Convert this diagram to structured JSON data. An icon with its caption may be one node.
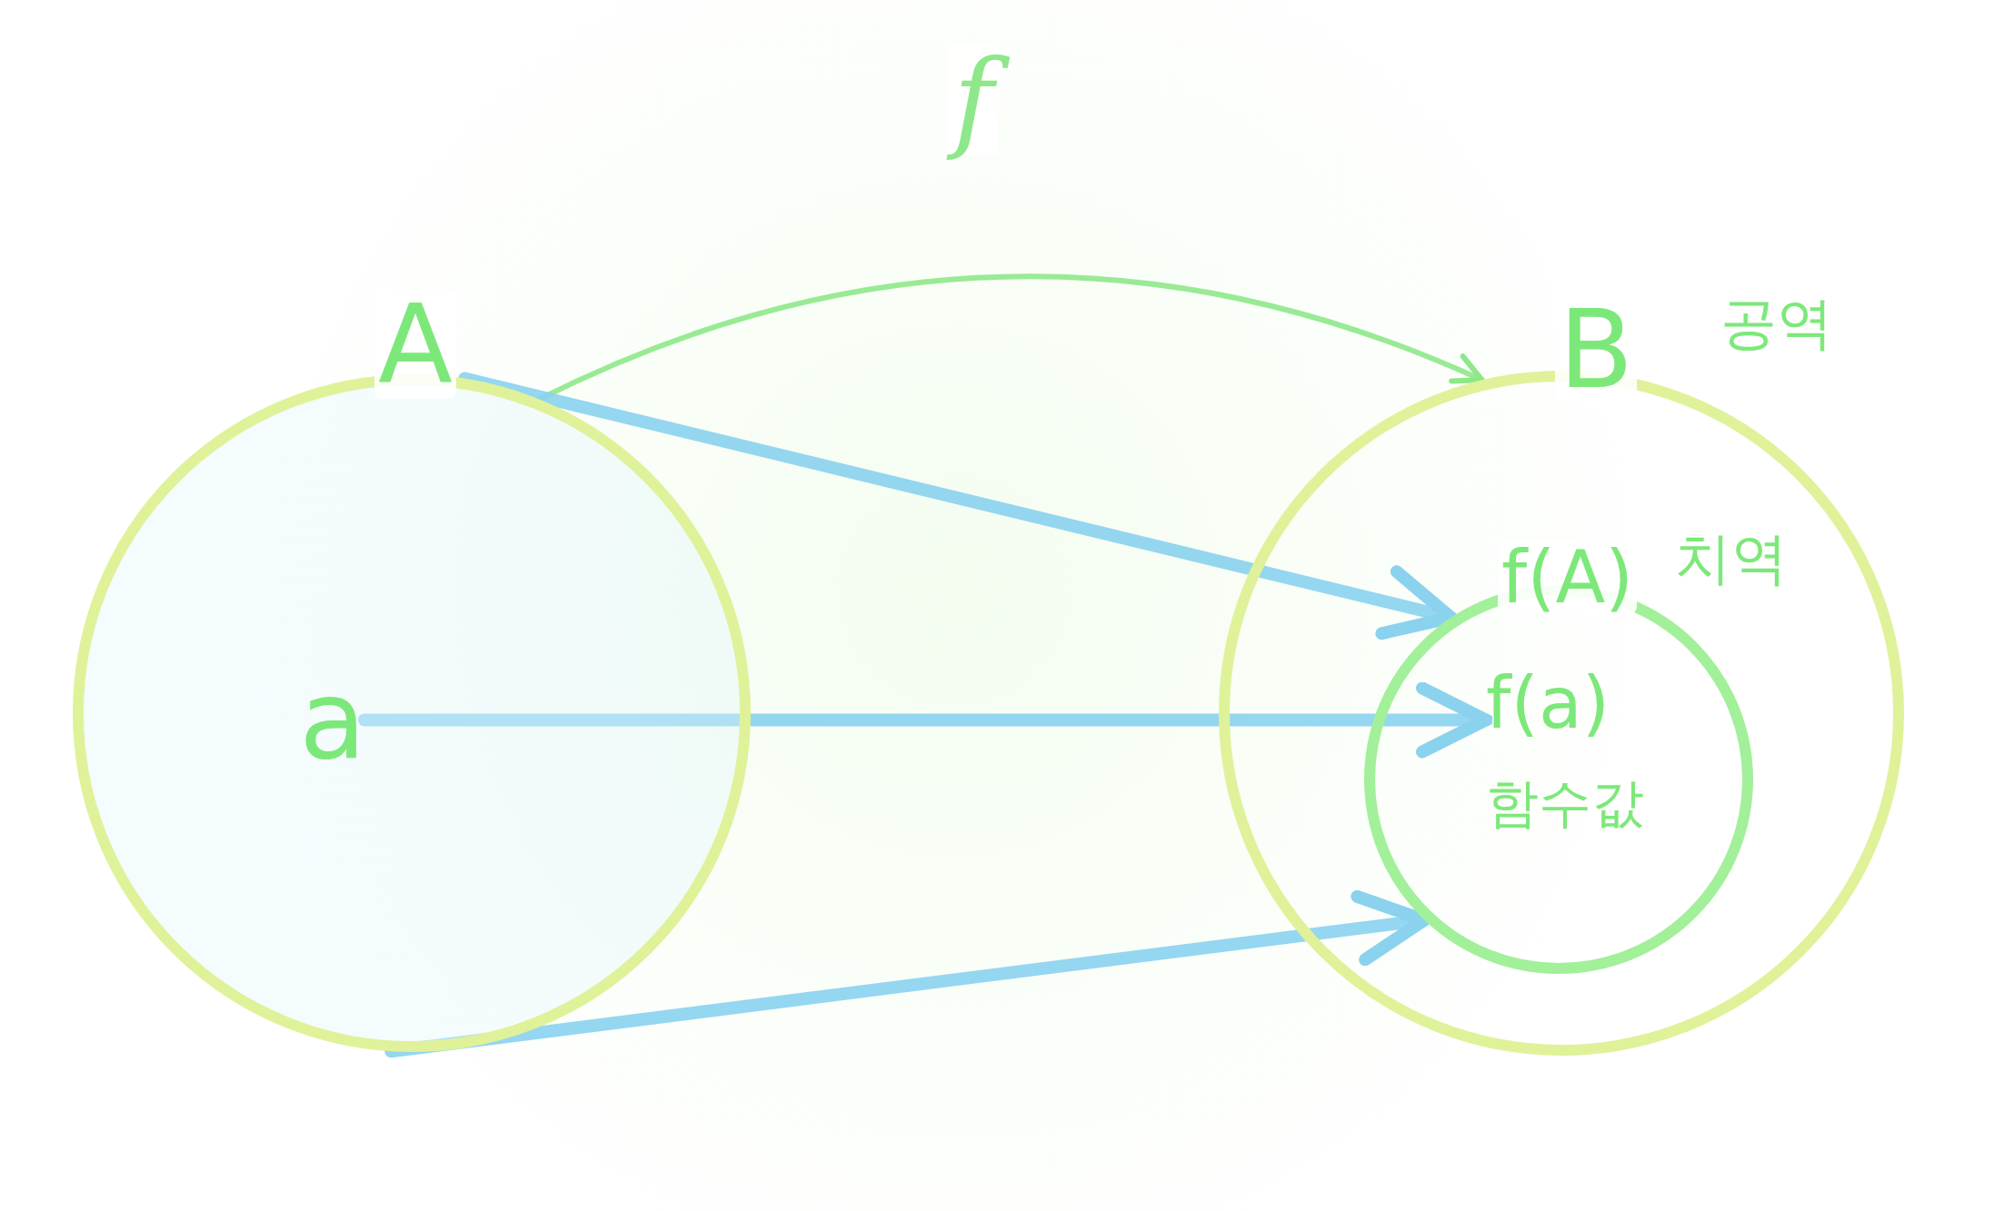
{
  "diagram": {
    "nodes": [
      {
        "text": [
          "A"
        ]
      },
      {
        "text": [
          "a"
        ],
        "in": 0
      },
      {
        "text": [
          "B"
        ],
        "beside": [
          "공역"
        ]
      },
      {
        "text": [
          "f(A)"
        ],
        "beside": [
          "치역"
        ],
        "in": 2
      },
      {
        "text": [
          "f(a)"
        ],
        "beside": [
          "함수값"
        ],
        "in": 3
      }
    ],
    "edges": [
      {
        "from": 0,
        "to": 2,
        "arrow": "to",
        "label": "f",
        "color": "#8ee88a"
      },
      {
        "from": 0,
        "to": 3,
        "arrow": "to"
      },
      {
        "from": 1,
        "to": 4,
        "arrow": "to"
      },
      {
        "from": 0,
        "to": 3,
        "arrow": "to"
      }
    ]
  }
}
